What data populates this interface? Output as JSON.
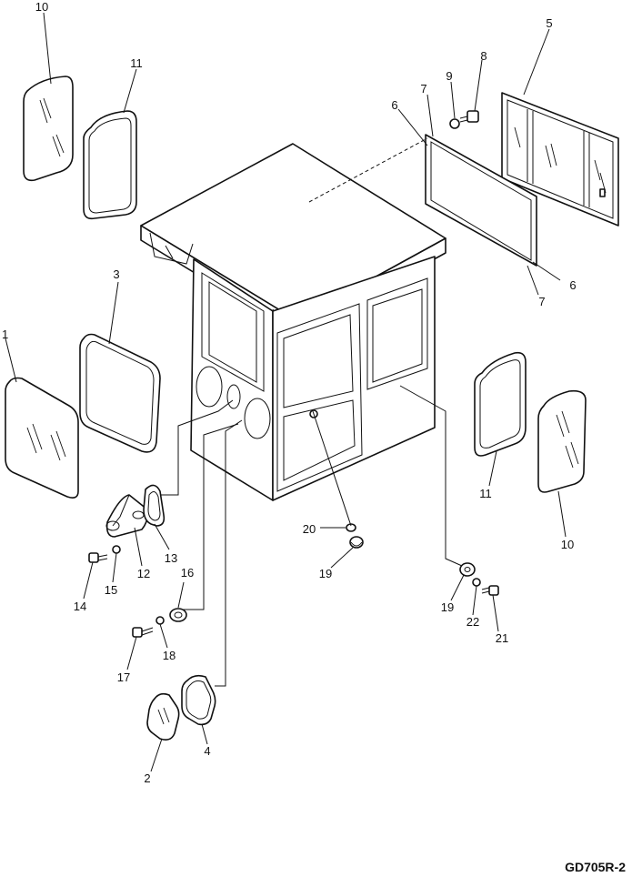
{
  "drawing_code": "GD705R-2",
  "callouts": [
    {
      "id": "c1",
      "label": "1"
    },
    {
      "id": "c2",
      "label": "2"
    },
    {
      "id": "c3",
      "label": "3"
    },
    {
      "id": "c4",
      "label": "4"
    },
    {
      "id": "c5",
      "label": "5"
    },
    {
      "id": "c6a",
      "label": "6"
    },
    {
      "id": "c6b",
      "label": "6"
    },
    {
      "id": "c7a",
      "label": "7"
    },
    {
      "id": "c7b",
      "label": "7"
    },
    {
      "id": "c8",
      "label": "8"
    },
    {
      "id": "c9",
      "label": "9"
    },
    {
      "id": "c10a",
      "label": "10"
    },
    {
      "id": "c10b",
      "label": "10"
    },
    {
      "id": "c11a",
      "label": "11"
    },
    {
      "id": "c11b",
      "label": "11"
    },
    {
      "id": "c12",
      "label": "12"
    },
    {
      "id": "c13",
      "label": "13"
    },
    {
      "id": "c14",
      "label": "14"
    },
    {
      "id": "c15",
      "label": "15"
    },
    {
      "id": "c16",
      "label": "16"
    },
    {
      "id": "c17",
      "label": "17"
    },
    {
      "id": "c18",
      "label": "18"
    },
    {
      "id": "c19a",
      "label": "19"
    },
    {
      "id": "c19b",
      "label": "19"
    },
    {
      "id": "c20",
      "label": "20"
    },
    {
      "id": "c21",
      "label": "21"
    },
    {
      "id": "c22",
      "label": "22"
    }
  ]
}
